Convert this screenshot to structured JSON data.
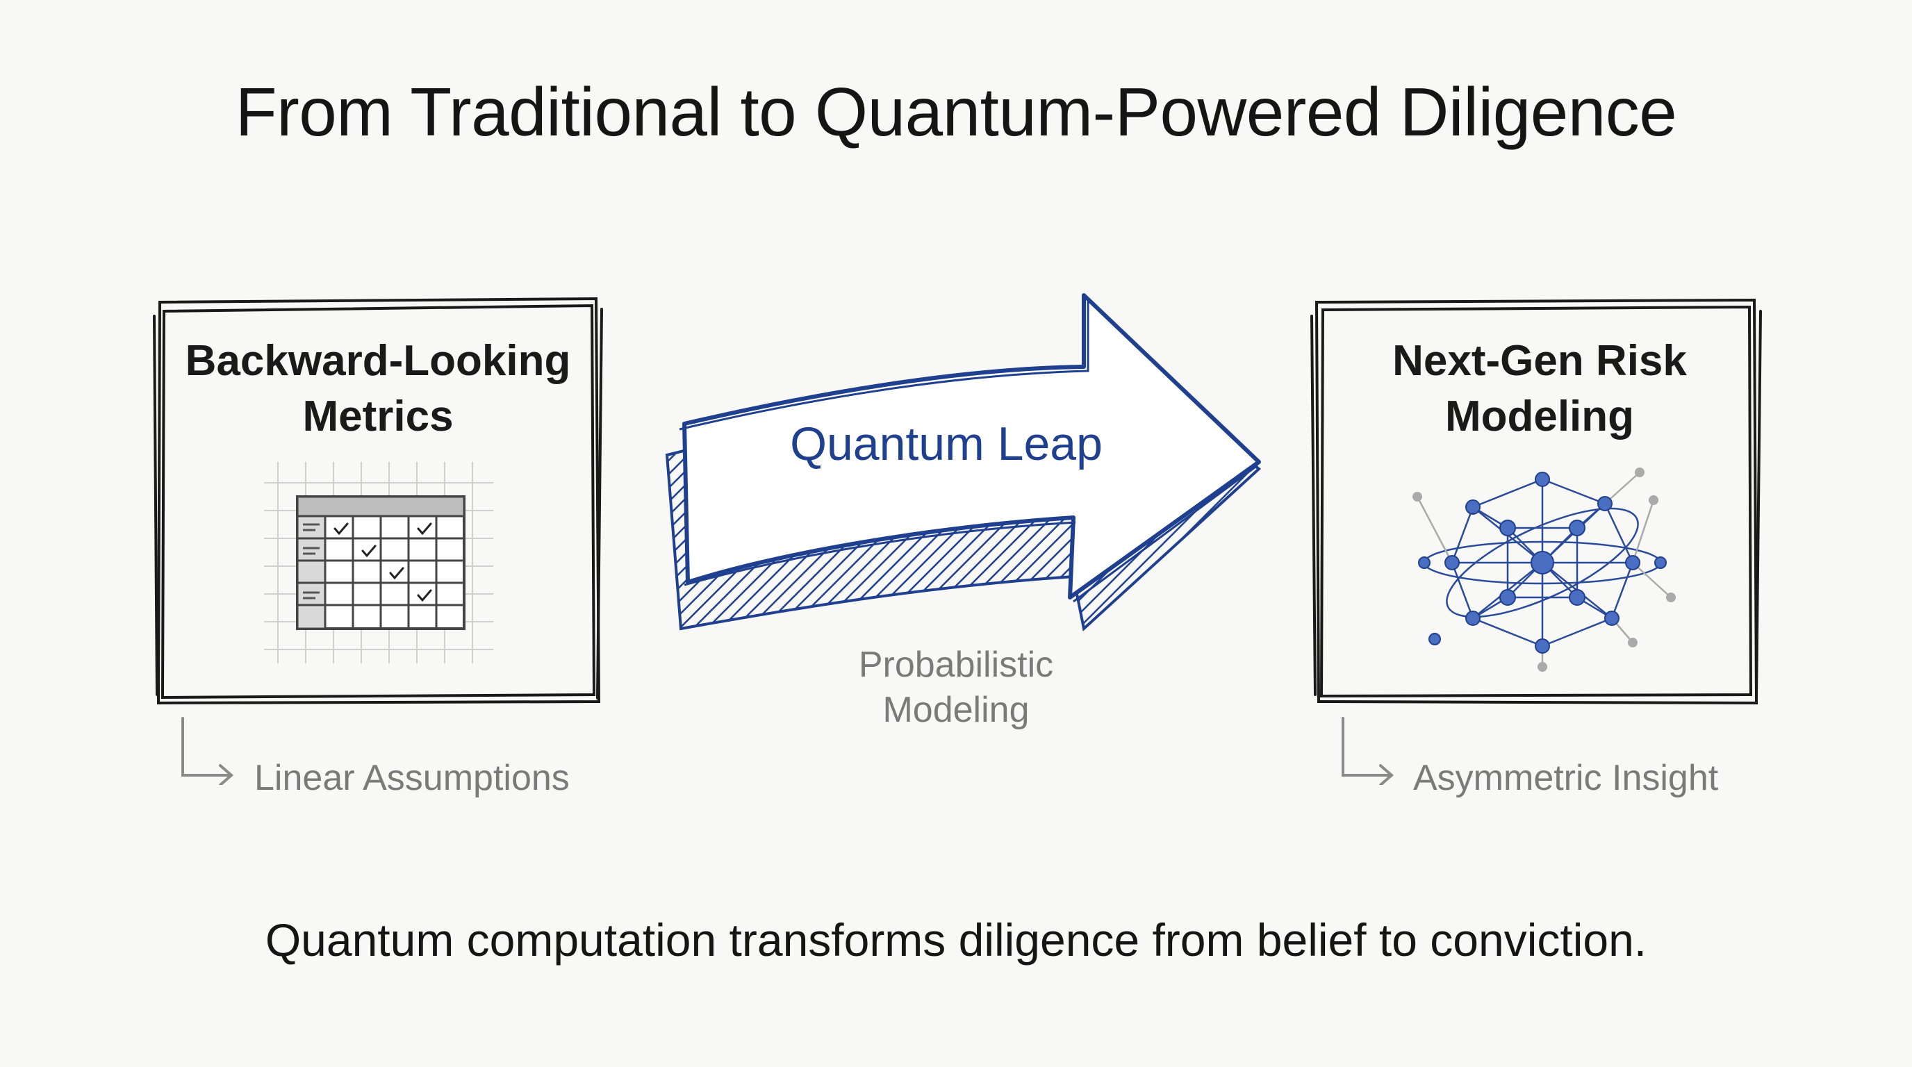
{
  "title": "From Traditional to Quantum-Powered Diligence",
  "left_box": {
    "title_line1": "Backward-Looking",
    "title_line2": "Metrics",
    "caption": "Linear Assumptions",
    "icon": "spreadsheet-checklist-icon"
  },
  "arrow": {
    "label": "Quantum Leap",
    "caption_line1": "Probabilistic",
    "caption_line2": "Modeling",
    "icon": "big-right-arrow"
  },
  "right_box": {
    "title_line1": "Next-Gen Risk",
    "title_line2": "Modeling",
    "caption": "Asymmetric Insight",
    "icon": "quantum-network-icon"
  },
  "bottom_text": "Quantum computation transforms diligence from belief to conviction.",
  "colors": {
    "background": "#f8f8f6",
    "ink": "#1a1a1a",
    "accent_blue": "#1f3f8f",
    "caption_gray": "#7a7a7a"
  }
}
